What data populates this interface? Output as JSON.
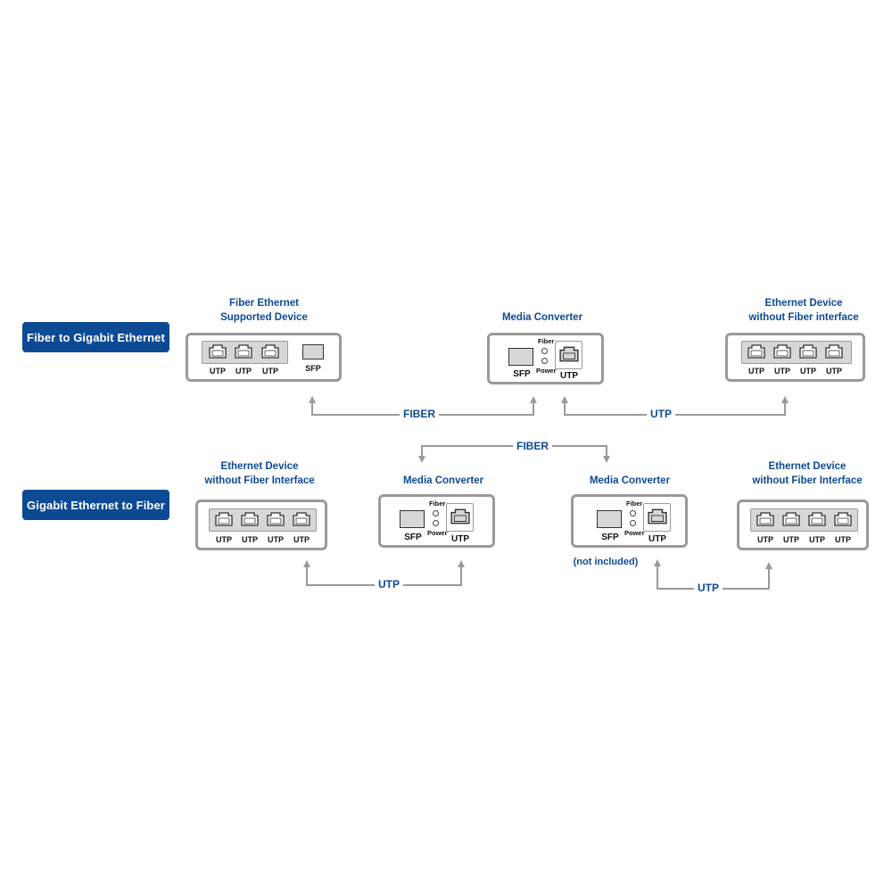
{
  "rows": [
    {
      "badge": "Fiber to Gigabit Ethernet"
    },
    {
      "badge": "Gigabit Ethernet to Fiber"
    }
  ],
  "devices": {
    "d1": {
      "title1": "Fiber Ethernet",
      "title2": "Supported Device",
      "ports": [
        "UTP",
        "UTP",
        "UTP"
      ],
      "sfp": "SFP"
    },
    "d2": {
      "title1": "Media Converter",
      "sfp": "SFP",
      "led1": "Fiber",
      "led2": "Power",
      "utp": "UTP"
    },
    "d3": {
      "title1": "Ethernet Device",
      "title2": "without Fiber interface",
      "ports": [
        "UTP",
        "UTP",
        "UTP",
        "UTP"
      ]
    },
    "d4": {
      "title1": "Ethernet Device",
      "title2": "without Fiber Interface",
      "ports": [
        "UTP",
        "UTP",
        "UTP",
        "UTP"
      ]
    },
    "d5": {
      "title1": "Media Converter",
      "sfp": "SFP",
      "led1": "Fiber",
      "led2": "Power",
      "utp": "UTP"
    },
    "d6": {
      "title1": "Media Converter",
      "sfp": "SFP",
      "led1": "Fiber",
      "led2": "Power",
      "utp": "UTP",
      "note": "(not included)"
    },
    "d7": {
      "title1": "Ethernet Device",
      "title2": "without Fiber Interface",
      "ports": [
        "UTP",
        "UTP",
        "UTP",
        "UTP"
      ]
    }
  },
  "connections": {
    "c1": "FIBER",
    "c2": "UTP",
    "c3": "FIBER",
    "c4": "UTP",
    "c5": "UTP"
  },
  "colors": {
    "accent": "#0d4a94",
    "line": "#9a9a9a"
  }
}
